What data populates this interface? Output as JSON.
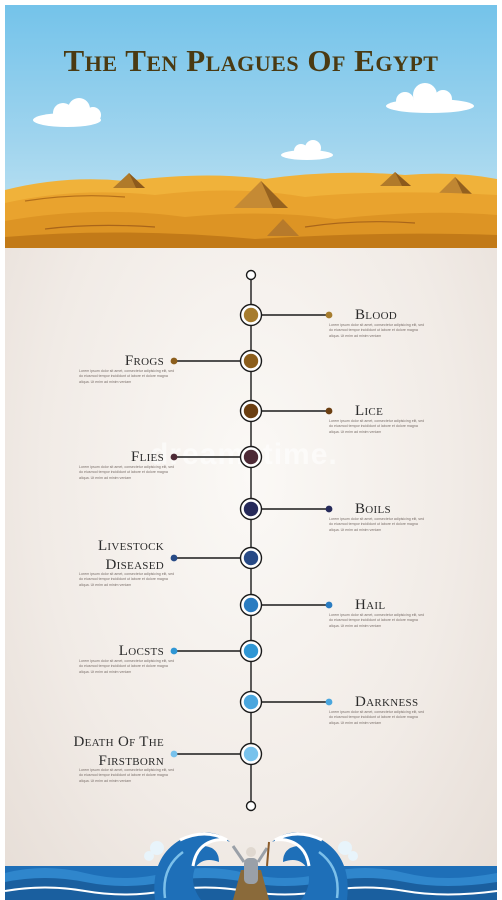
{
  "title": "The Ten Plagues Of Egypt",
  "watermark": "dreamstime.",
  "desc_text": "Lorem ipsum dolor sit amet, consectetur adipisicing elit, sed do eiusmod tempor incididunt ut labore et dolore magna aliqua. Ut enim ad minim veniam",
  "colors": {
    "sky": "#74c3ea",
    "sand": "#e7a42a",
    "title": "#4a3a12",
    "timeline": "#1a1a1a",
    "sea": "#1e6fb8"
  },
  "plagues": [
    {
      "label": "Blood",
      "color": "#a67c2e",
      "side": "right"
    },
    {
      "label": "Frogs",
      "color": "#8c5e1c",
      "side": "left"
    },
    {
      "label": "Lice",
      "color": "#6b3f12",
      "side": "right"
    },
    {
      "label": "Flies",
      "color": "#4d2a36",
      "side": "left"
    },
    {
      "label": "Boils",
      "color": "#262a5a",
      "side": "right"
    },
    {
      "label": "Livestock Diseased",
      "lines": [
        "Livestock",
        "Diseased"
      ],
      "color": "#274a86",
      "side": "left"
    },
    {
      "label": "Hail",
      "color": "#2a7cc1",
      "side": "right"
    },
    {
      "label": "Locsts",
      "color": "#2f96d4",
      "side": "left"
    },
    {
      "label": "Darkness",
      "color": "#4aa6de",
      "side": "right"
    },
    {
      "label": "Death Of The Firstborn",
      "lines": [
        "Death Of The",
        "Firstborn"
      ],
      "color": "#78c2ec",
      "side": "left"
    }
  ]
}
